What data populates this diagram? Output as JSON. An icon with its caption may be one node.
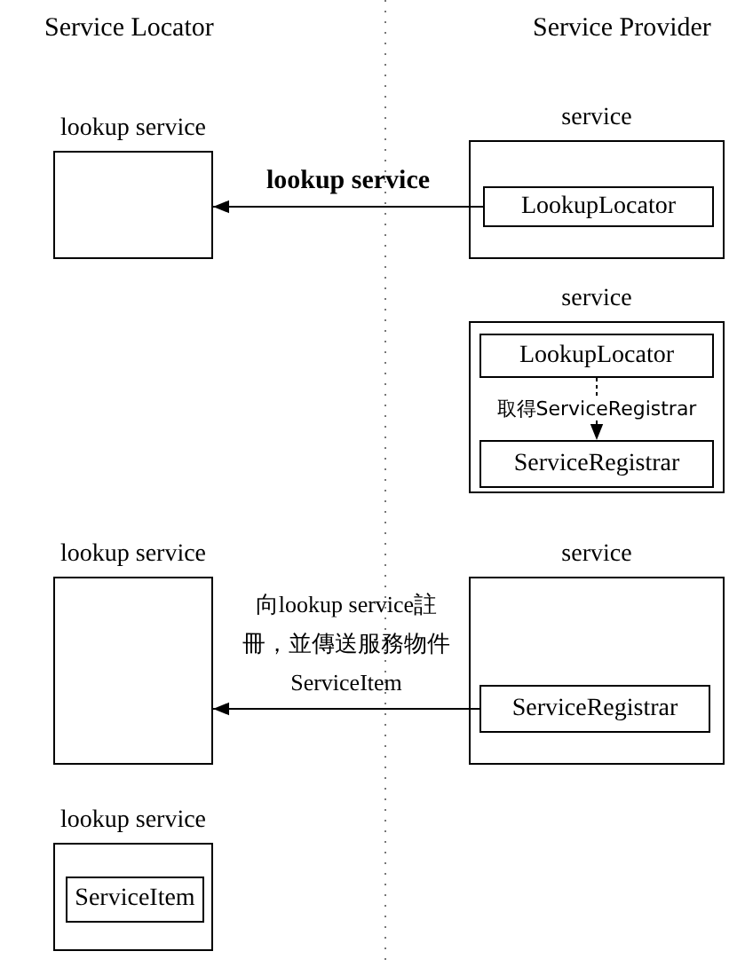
{
  "diagram": {
    "nodes": [
      {
        "text": [
          "lookup service"
        ]
      },
      {
        "text": [
          "service"
        ]
      },
      {
        "text": [
          "LookupLocator"
        ],
        "in": 1
      },
      {
        "text": [
          "service"
        ]
      },
      {
        "text": [
          "LookupLocator"
        ],
        "in": 3
      },
      {
        "text": [
          "ServiceRegistrar"
        ],
        "in": 3
      },
      {
        "text": [
          "lookup service"
        ]
      },
      {
        "text": [
          "service"
        ]
      },
      {
        "text": [
          "ServiceRegistrar"
        ],
        "in": 7
      },
      {
        "text": [
          "lookup service"
        ]
      },
      {
        "text": [
          "ServiceItem"
        ],
        "in": 9
      }
    ],
    "edges": [
      {
        "from": 2,
        "to": 0,
        "arrow": "to",
        "label": "lookup service"
      },
      {
        "from": 4,
        "to": 5,
        "arrow": "to",
        "label": "取得ServiceRegistrar",
        "style": "dashed"
      },
      {
        "from": 8,
        "to": 6,
        "arrow": "to",
        "label": "向lookup service註冊，並傳送服務物件ServiceItem"
      }
    ],
    "labels": [
      "Service Locator",
      "Service Provider"
    ]
  }
}
